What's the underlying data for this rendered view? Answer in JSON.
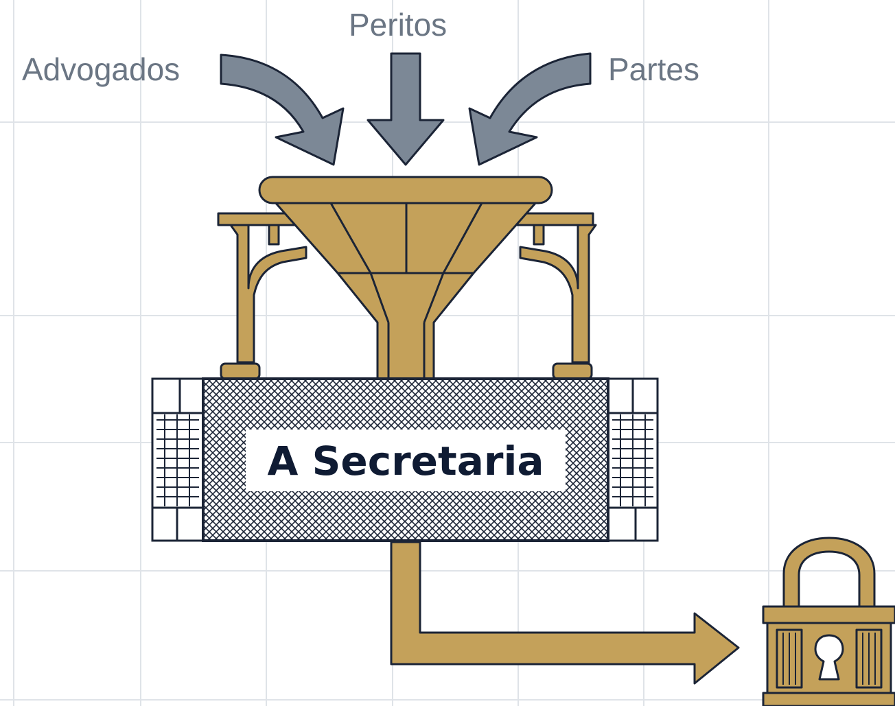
{
  "diagram": {
    "inputs": [
      {
        "label": "Advogados"
      },
      {
        "label": "Peritos"
      },
      {
        "label": "Partes"
      }
    ],
    "center": {
      "label": "A Secretaria"
    },
    "output": {
      "icon": "padlock-icon"
    },
    "colors": {
      "arrow_input": "#7c8896",
      "gold": "#c4a15a",
      "outline": "#1b2436",
      "grid": "#dfe3e8",
      "label": "#6b7684",
      "center_text": "#0f1b33"
    }
  }
}
